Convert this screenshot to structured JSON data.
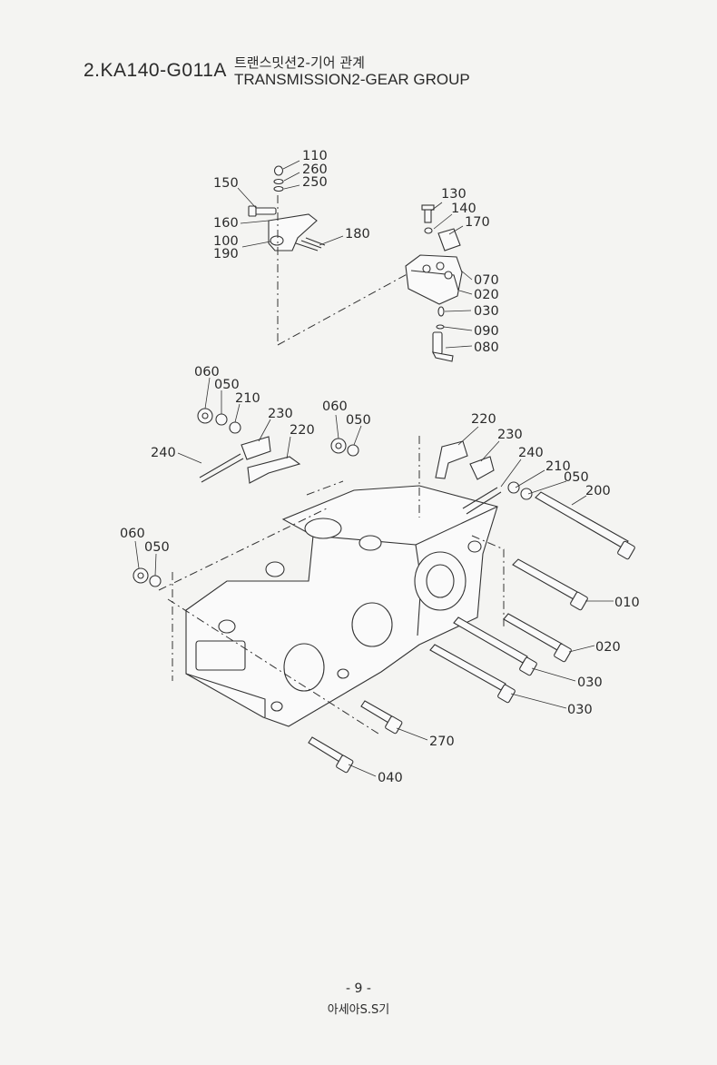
{
  "header": {
    "group_code": "2.KA140-G011A",
    "title_ko": "트랜스밋션2-기어 관계",
    "title_en": "TRANSMISSION2-GEAR GROUP"
  },
  "callouts": {
    "c110": "110",
    "c260": "260",
    "c250": "250",
    "c150": "150",
    "c160": "160",
    "c100": "100",
    "c190": "190",
    "c180": "180",
    "c130": "130",
    "c140": "140",
    "c170": "170",
    "c070": "070",
    "c020a": "020",
    "c030a": "030",
    "c090": "090",
    "c080": "080",
    "c060a": "060",
    "c050a": "050",
    "c210a": "210",
    "c230a": "230",
    "c220a": "220",
    "c240a": "240",
    "c060b": "060",
    "c050b": "050",
    "c220b": "220",
    "c230b": "230",
    "c240b": "240",
    "c210b": "210",
    "c050c": "050",
    "c200": "200",
    "c060c": "060",
    "c050d": "050",
    "c010": "010",
    "c020b": "020",
    "c030b": "030",
    "c030c": "030",
    "c270": "270",
    "c040": "040"
  },
  "footer": {
    "page_number": "- 9 -",
    "publisher": "아세아S.S기"
  }
}
